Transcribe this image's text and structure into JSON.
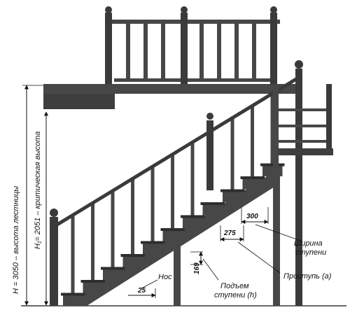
{
  "labels": {
    "height_total": "H = 3050 – высота лестницы",
    "height_critical": "H₁= 2051 – критическая высота",
    "step_width_line1": "Ширина",
    "step_width_line2": "ступени",
    "tread": "Проступь (a)",
    "riser_line1": "Подъем",
    "riser_line2": "ступени (h)",
    "nosing": "Нос"
  },
  "dimensions": {
    "width_300": "300",
    "tread_275": "275",
    "riser_169": "169",
    "nosing_25": "25"
  },
  "colors": {
    "wood": "#474747",
    "wood_dark": "#2e2e2e",
    "wood_light": "#6a6a6a",
    "line": "#111111"
  }
}
